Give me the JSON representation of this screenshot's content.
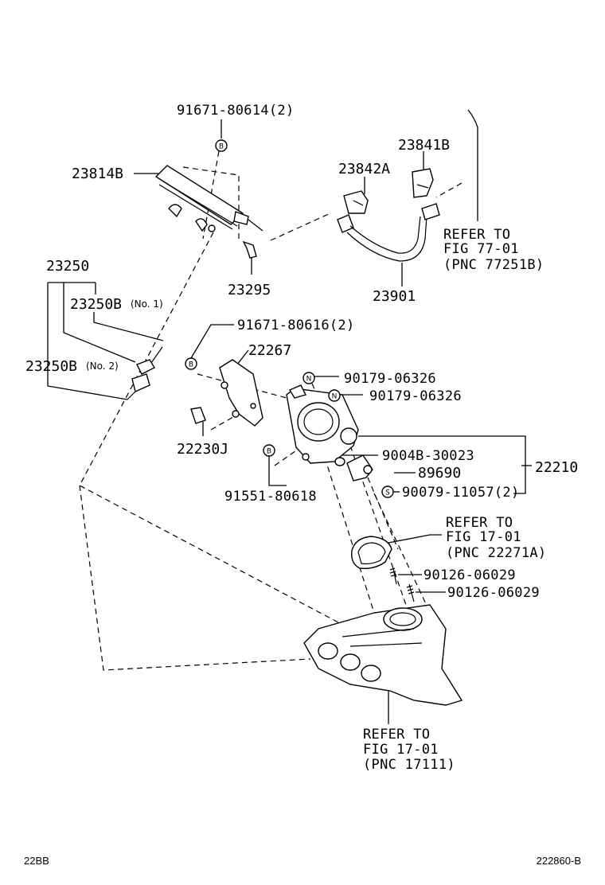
{
  "labels": {
    "p91671_80614": "91671-80614(2)",
    "p23814B": "23814B",
    "p23842A": "23842A",
    "p23841B": "23841B",
    "p23295": "23295",
    "p23901": "23901",
    "refer_77": [
      "REFER TO",
      "FIG 77-01",
      "(PNC 77251B)"
    ],
    "p23250": "23250",
    "p23250B_1": "23250B",
    "p23250B_1_sub": "(No. 1)",
    "p23250B_2": "23250B",
    "p23250B_2_sub": "(No. 2)",
    "p91671_80616": "91671-80616(2)",
    "p22267": "22267",
    "p90179_a": "90179-06326",
    "p90179_b": "90179-06326",
    "p22230J": "22230J",
    "p9004B": "9004B-30023",
    "p89690": "89690",
    "p22210": "22210",
    "p90079": "90079-11057(2)",
    "p91551": "91551-80618",
    "refer_22271": [
      "REFER TO",
      "FIG 17-01",
      "(PNC 22271A)"
    ],
    "p90126_a": "90126-06029",
    "p90126_b": "90126-06029",
    "refer_17111": [
      "REFER TO",
      "FIG 17-01",
      "(PNC 17111)"
    ]
  },
  "callout_symbols": {
    "b": "B",
    "n": "N",
    "s": "S"
  },
  "footer": {
    "left": "22BB",
    "right": "222860-B"
  }
}
